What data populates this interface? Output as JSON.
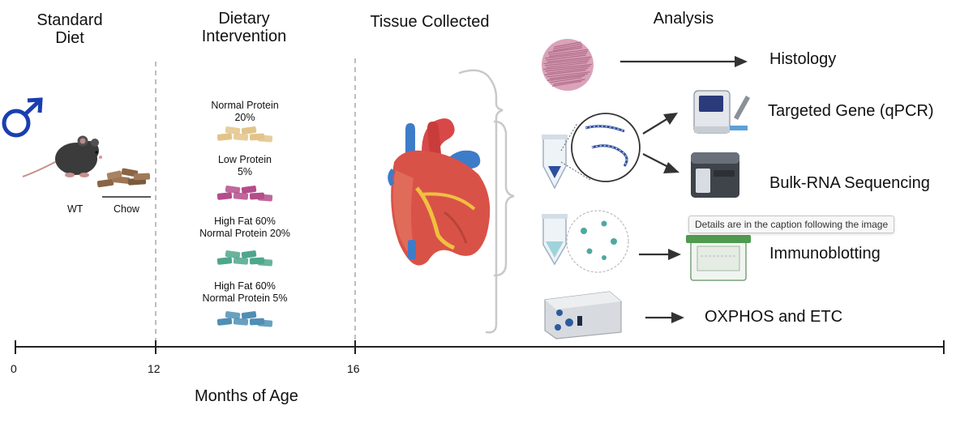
{
  "headers": {
    "standard_diet": [
      "Standard",
      "Diet"
    ],
    "dietary_intervention": [
      "Dietary",
      "Intervention"
    ],
    "tissue_collected": "Tissue Collected",
    "analysis": "Analysis"
  },
  "baseline": {
    "sex_symbol": "♂",
    "genotype": "WT",
    "diet": "Chow"
  },
  "diets": [
    {
      "line1": "Normal Protein",
      "line2": "20%",
      "color": "#e2c48a"
    },
    {
      "line1": "Low Protein",
      "line2": "5%",
      "color": "#b44d8b"
    },
    {
      "line1": "High Fat 60%",
      "line2": "Normal Protein 20%",
      "color": "#4fa68c"
    },
    {
      "line1": "High Fat 60%",
      "line2": "Normal Protein 5%",
      "color": "#4f8fb4"
    }
  ],
  "analyses": [
    "Histology",
    "Targeted Gene (qPCR)",
    "Bulk-RNA Sequencing",
    "Immunoblotting",
    "OXPHOS and ETC"
  ],
  "timeline": {
    "ticks": [
      "0",
      "12",
      "16"
    ],
    "axis_label": "Months of Age"
  },
  "tooltip": "Details are in the caption following the image",
  "icons": [
    "male-symbol-icon",
    "mouse-icon",
    "chow-pellets-icon",
    "diet-pellets-icon",
    "heart-icon",
    "histology-slide-icon",
    "tube-icon",
    "rna-magnifier-icon",
    "qpcr-machine-icon",
    "sequencer-icon",
    "protein-magnifier-icon",
    "blot-tank-icon",
    "respirometer-icon",
    "arrow-icon",
    "brace-icon"
  ]
}
